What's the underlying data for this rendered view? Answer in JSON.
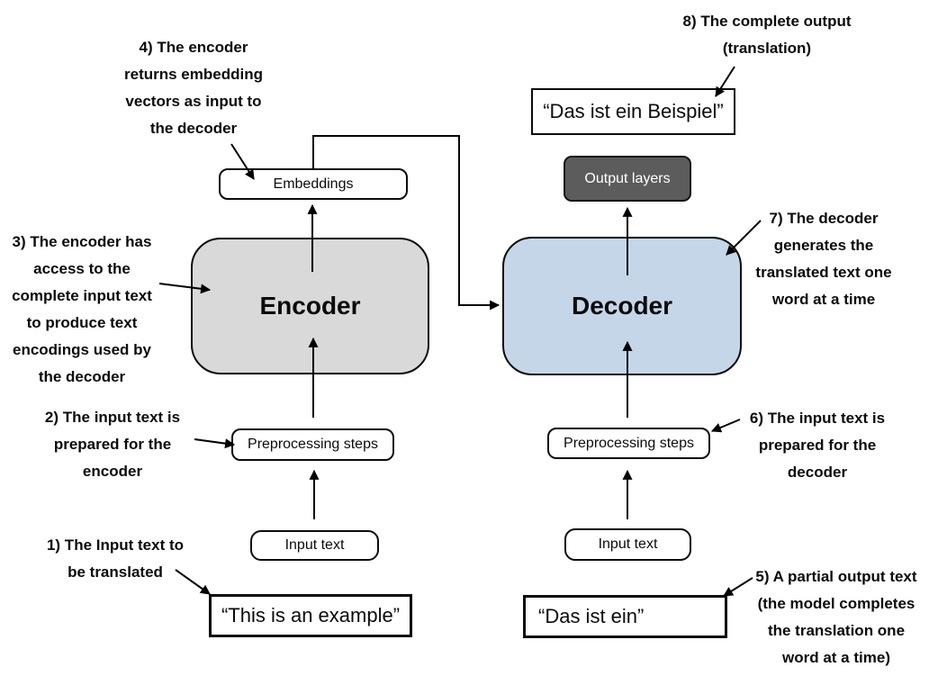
{
  "encoder_flow": {
    "embeddings": "Embeddings",
    "encoder": "Encoder",
    "preprocessing": "Preprocessing steps",
    "input_text": "Input text",
    "source_sentence": "“This is an example”"
  },
  "decoder_flow": {
    "complete_output": "“Das ist ein Beispiel”",
    "output_layers": "Output layers",
    "decoder": "Decoder",
    "preprocessing": "Preprocessing steps",
    "input_text": "Input text",
    "partial_output": "“Das ist ein”"
  },
  "annotations": {
    "note1": "1) The Input text to\nbe translated",
    "note2": "2) The input text is\nprepared for the\nencoder",
    "note3": "3) The encoder has\naccess to the\ncomplete input text\nto produce text\nencodings used by\nthe decoder",
    "note4": "4) The encoder\nreturns embedding\nvectors as input to\nthe decoder",
    "note5": "5) A partial output text\n(the model completes\nthe translation one\nword at a time)",
    "note6": "6) The input text is\nprepared for the\ndecoder",
    "note7": "7) The decoder\ngenerates the\ntranslated text one\nword at a time",
    "note8": "8) The complete output\n(translation)"
  },
  "colors": {
    "encoder_fill": "#d9d9d9",
    "decoder_fill": "#c5d6e8",
    "output_layers_fill": "#5c5c5c",
    "line_color": "#000000"
  }
}
